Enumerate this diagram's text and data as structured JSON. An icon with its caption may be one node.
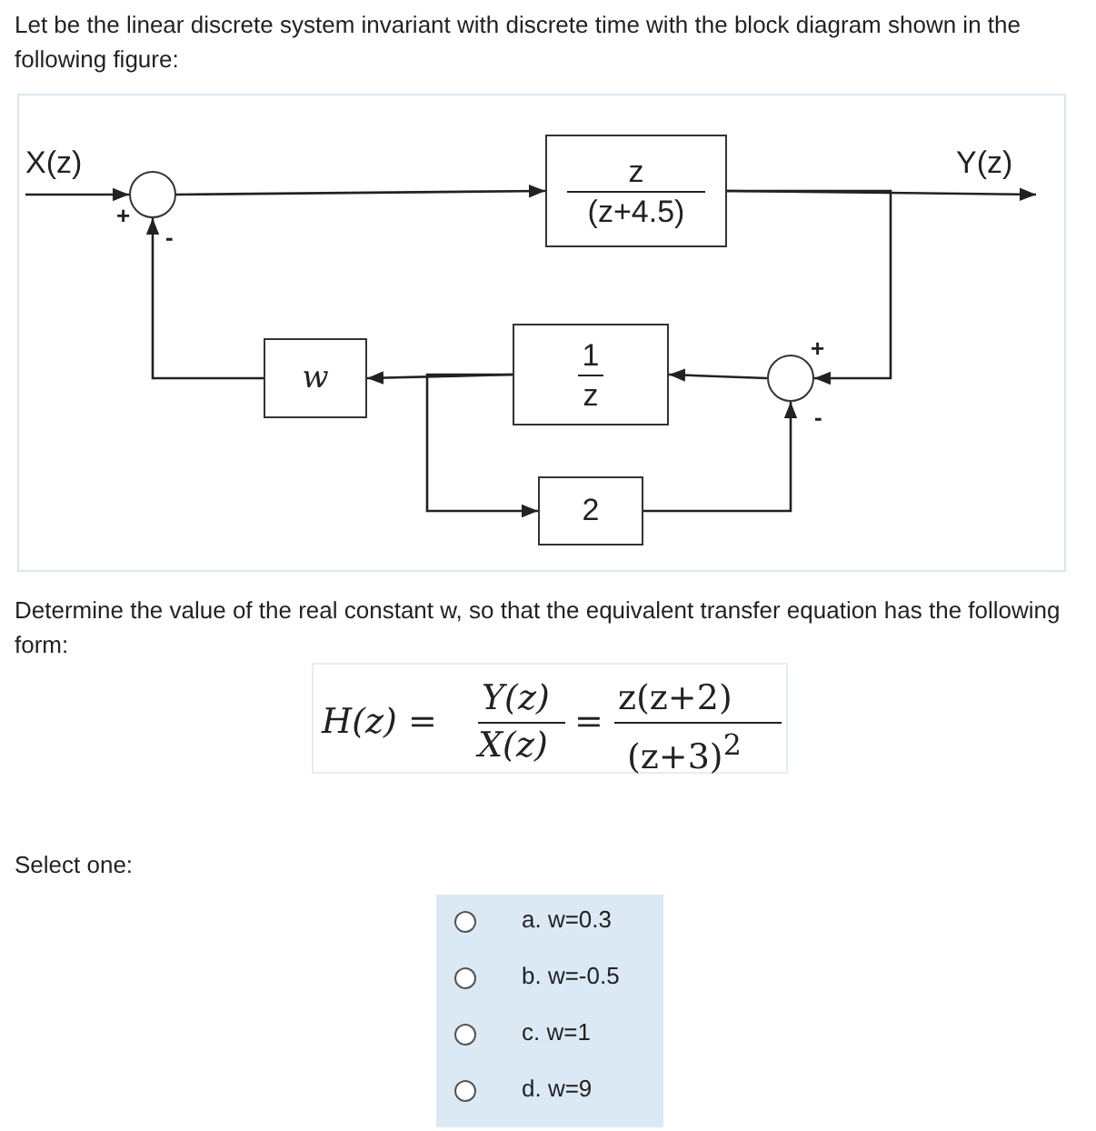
{
  "diagram": {
    "nodes": [
      {
        "text": [
          "X(z)"
        ]
      },
      {
        "text": [],
        "shape": "circle",
        "beside": [
          "+",
          "-"
        ]
      },
      {
        "text": [
          "z",
          "(z+4.5)"
        ]
      },
      {
        "text": [
          "Y(z)"
        ]
      },
      {
        "text": [],
        "shape": "circle",
        "beside": [
          "+",
          "-"
        ]
      },
      {
        "text": [
          "1",
          "z"
        ]
      },
      {
        "text": [
          "w"
        ]
      },
      {
        "text": [
          "2"
        ]
      }
    ],
    "edges": [
      {
        "from": 0,
        "to": 1,
        "arrow": "to"
      },
      {
        "from": 1,
        "to": 2,
        "arrow": "to"
      },
      {
        "from": 2,
        "to": 3,
        "arrow": "to"
      },
      {
        "from": 2,
        "to": 4,
        "arrow": "to"
      },
      {
        "from": 4,
        "to": 5,
        "arrow": "to"
      },
      {
        "from": 5,
        "to": 6,
        "arrow": "to"
      },
      {
        "from": 5,
        "to": 7,
        "arrow": "to"
      },
      {
        "from": 6,
        "to": 1,
        "arrow": "to"
      },
      {
        "from": 7,
        "to": 4,
        "arrow": "to"
      }
    ],
    "labels": [
      "Let be the linear discrete system invariant with discrete time with the block diagram shown in the following figure:",
      "Determine the value of the real constant w, so that the equivalent transfer equation has the following form:",
      "H(z) =",
      "Y(z)",
      "X(z)",
      "=",
      "z(z+2)",
      "(z+3)$^{2}$",
      "Select one:",
      "a. w=0.3",
      "b. w=-0.5",
      "c. w=1",
      "d. w=9"
    ]
  }
}
